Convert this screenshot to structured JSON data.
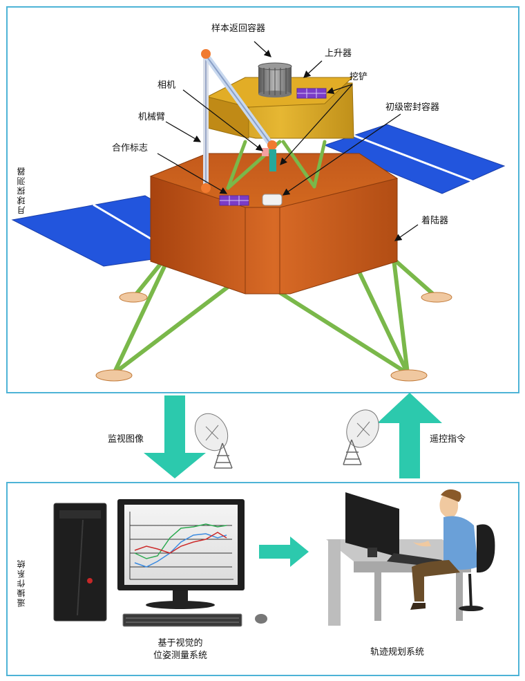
{
  "probe": {
    "side_label": "月球探测器",
    "labels": {
      "sample_container": "样本返回容器",
      "ascender": "上升器",
      "shovel": "挖铲",
      "camera": "相机",
      "primary_seal": "初级密封容器",
      "arm": "机械臂",
      "coop_marker": "合作标志",
      "lander": "着陆器"
    }
  },
  "links": {
    "monitor": "监视图像",
    "command": "遥控指令"
  },
  "ground": {
    "side_label": "遥操作系统",
    "vision_line1": "基于视觉的",
    "vision_line2": "位姿测量系统",
    "planning": "轨迹规划系统"
  },
  "colors": {
    "frame": "#4db3d6",
    "arrow": "#2cc9ad",
    "lander": "#c8581c",
    "ascender": "#d8a81a",
    "solar": "#1f4fd8",
    "leg": "#7ab84a"
  }
}
